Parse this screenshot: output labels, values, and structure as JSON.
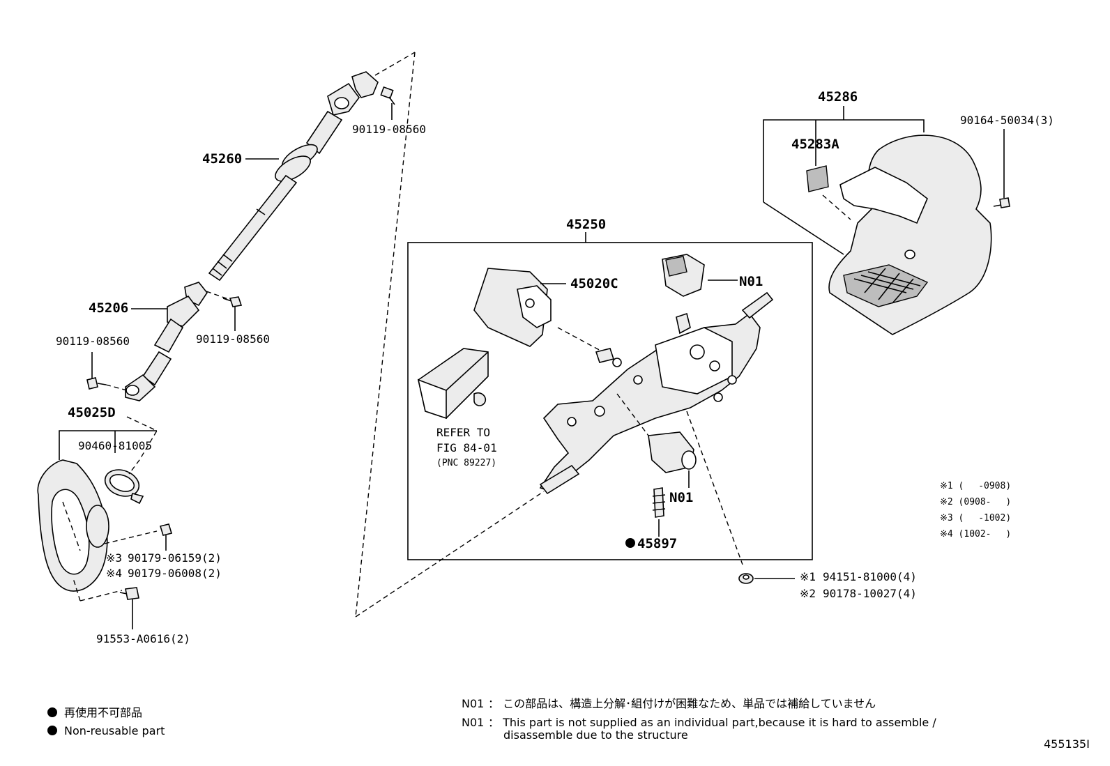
{
  "labels": {
    "intermediate_shaft": "45260",
    "bolt_upper": "90119-08560",
    "universal_joint": "45206",
    "bolt_left": "90119-08560",
    "bolt_mid": "90119-08560",
    "hole_cover_assy": "45025D",
    "clamp": "90460-81005",
    "nut_a": "90179-06159(2)",
    "nut_b": "90179-06008(2)",
    "bolt_bottom": "91553-A0616(2)",
    "column_assy": "45250",
    "lock_assy": "45020C",
    "motor_top": "N01",
    "motor_bottom": "N01",
    "refer_line1": "REFER TO",
    "refer_line2": "FIG 84-01",
    "refer_line3": "(PNC 89227)",
    "bolt_column": "45897",
    "cover_assy": "45286",
    "cover_lower": "45283A",
    "screw_cover": "90164-50034(3)",
    "nut_c": "94151-81000(4)",
    "nut_d": "90178-10027(4)",
    "mark1": "※1",
    "mark2": "※2",
    "mark3": "※3",
    "mark4": "※4",
    "picture_code": "455135I"
  },
  "notes": {
    "rng1": "※1 (　 -0908)",
    "rng2": "※2 (0908- 　)",
    "rng3": "※3 (　 -1002)",
    "rng4": "※4 (1002- 　)"
  },
  "legend": {
    "non_reusable_jp": "再使用不可部品",
    "non_reusable_en": "Non-reusable part"
  },
  "footnote": {
    "code1": "N01",
    "code2": "N01",
    "jp": "： この部品は、構造上分解･組付けが困難なため、単品では補給していません",
    "en_line1": "： This part is not supplied as an individual part,because it is hard to assemble /",
    "en_line2": "disassemble due to the structure"
  }
}
